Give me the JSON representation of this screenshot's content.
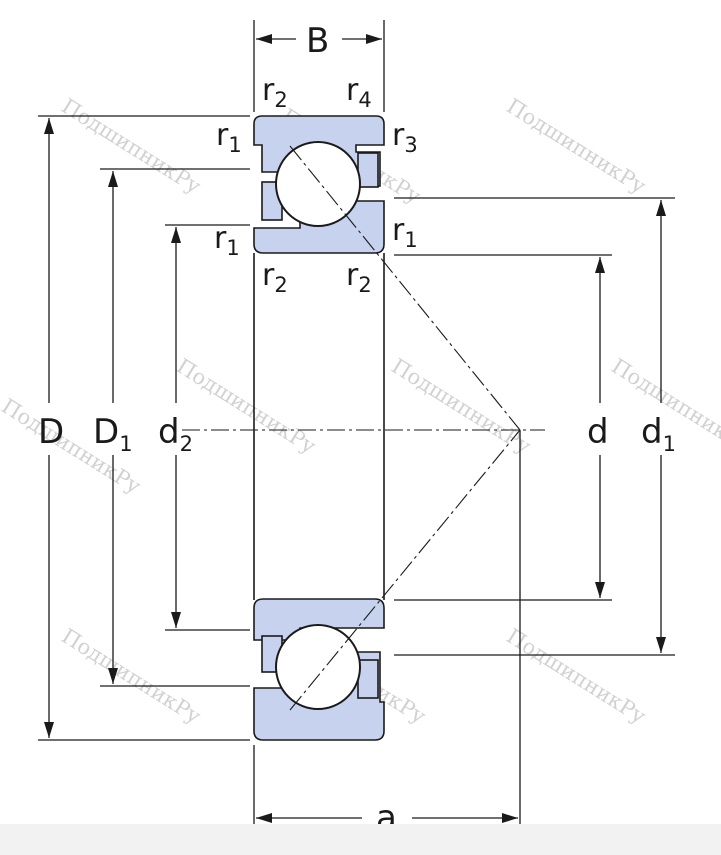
{
  "labels": {
    "B": "B",
    "a": "a",
    "D": "D",
    "D1": {
      "main": "D",
      "sub": "1"
    },
    "d2": {
      "main": "d",
      "sub": "2"
    },
    "d": "d",
    "d1": {
      "main": "d",
      "sub": "1"
    },
    "r_top_left_upper": {
      "main": "r",
      "sub": "2"
    },
    "r_top_right_upper": {
      "main": "r",
      "sub": "4"
    },
    "r_left_upper": {
      "main": "r",
      "sub": "1"
    },
    "r_right_upper": {
      "main": "r",
      "sub": "3"
    },
    "r_left_lower": {
      "main": "r",
      "sub": "1"
    },
    "r_right_lower": {
      "main": "r",
      "sub": "1"
    },
    "r_bottom_left": {
      "main": "r",
      "sub": "2"
    },
    "r_bottom_right": {
      "main": "r",
      "sub": "2"
    }
  },
  "watermark": "ПодшипникРу",
  "colors": {
    "ring_fill": "#c7d3ee",
    "line": "#1a1a1a",
    "watermark": "#9a9a9a"
  }
}
